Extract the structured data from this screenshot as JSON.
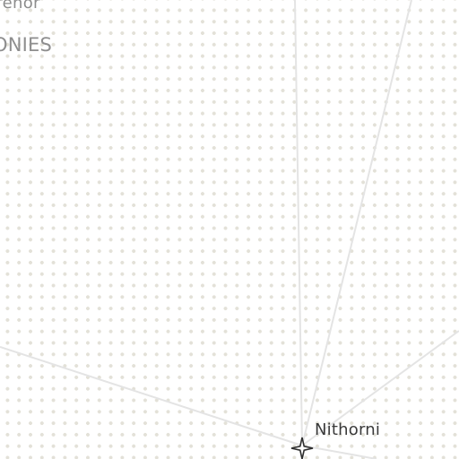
{
  "map": {
    "labels": {
      "top_partial": "irenor",
      "region_partial": "ONIES",
      "city": "Nithorni"
    },
    "icons": {
      "city_marker": "four-point-star-icon"
    },
    "colors": {
      "background": "#ffffff",
      "dot_grid": "#e3e1d8",
      "route_line": "#e4e4e4",
      "city_label": "#3a3a3a",
      "region_label": "#8e8e8e"
    }
  }
}
